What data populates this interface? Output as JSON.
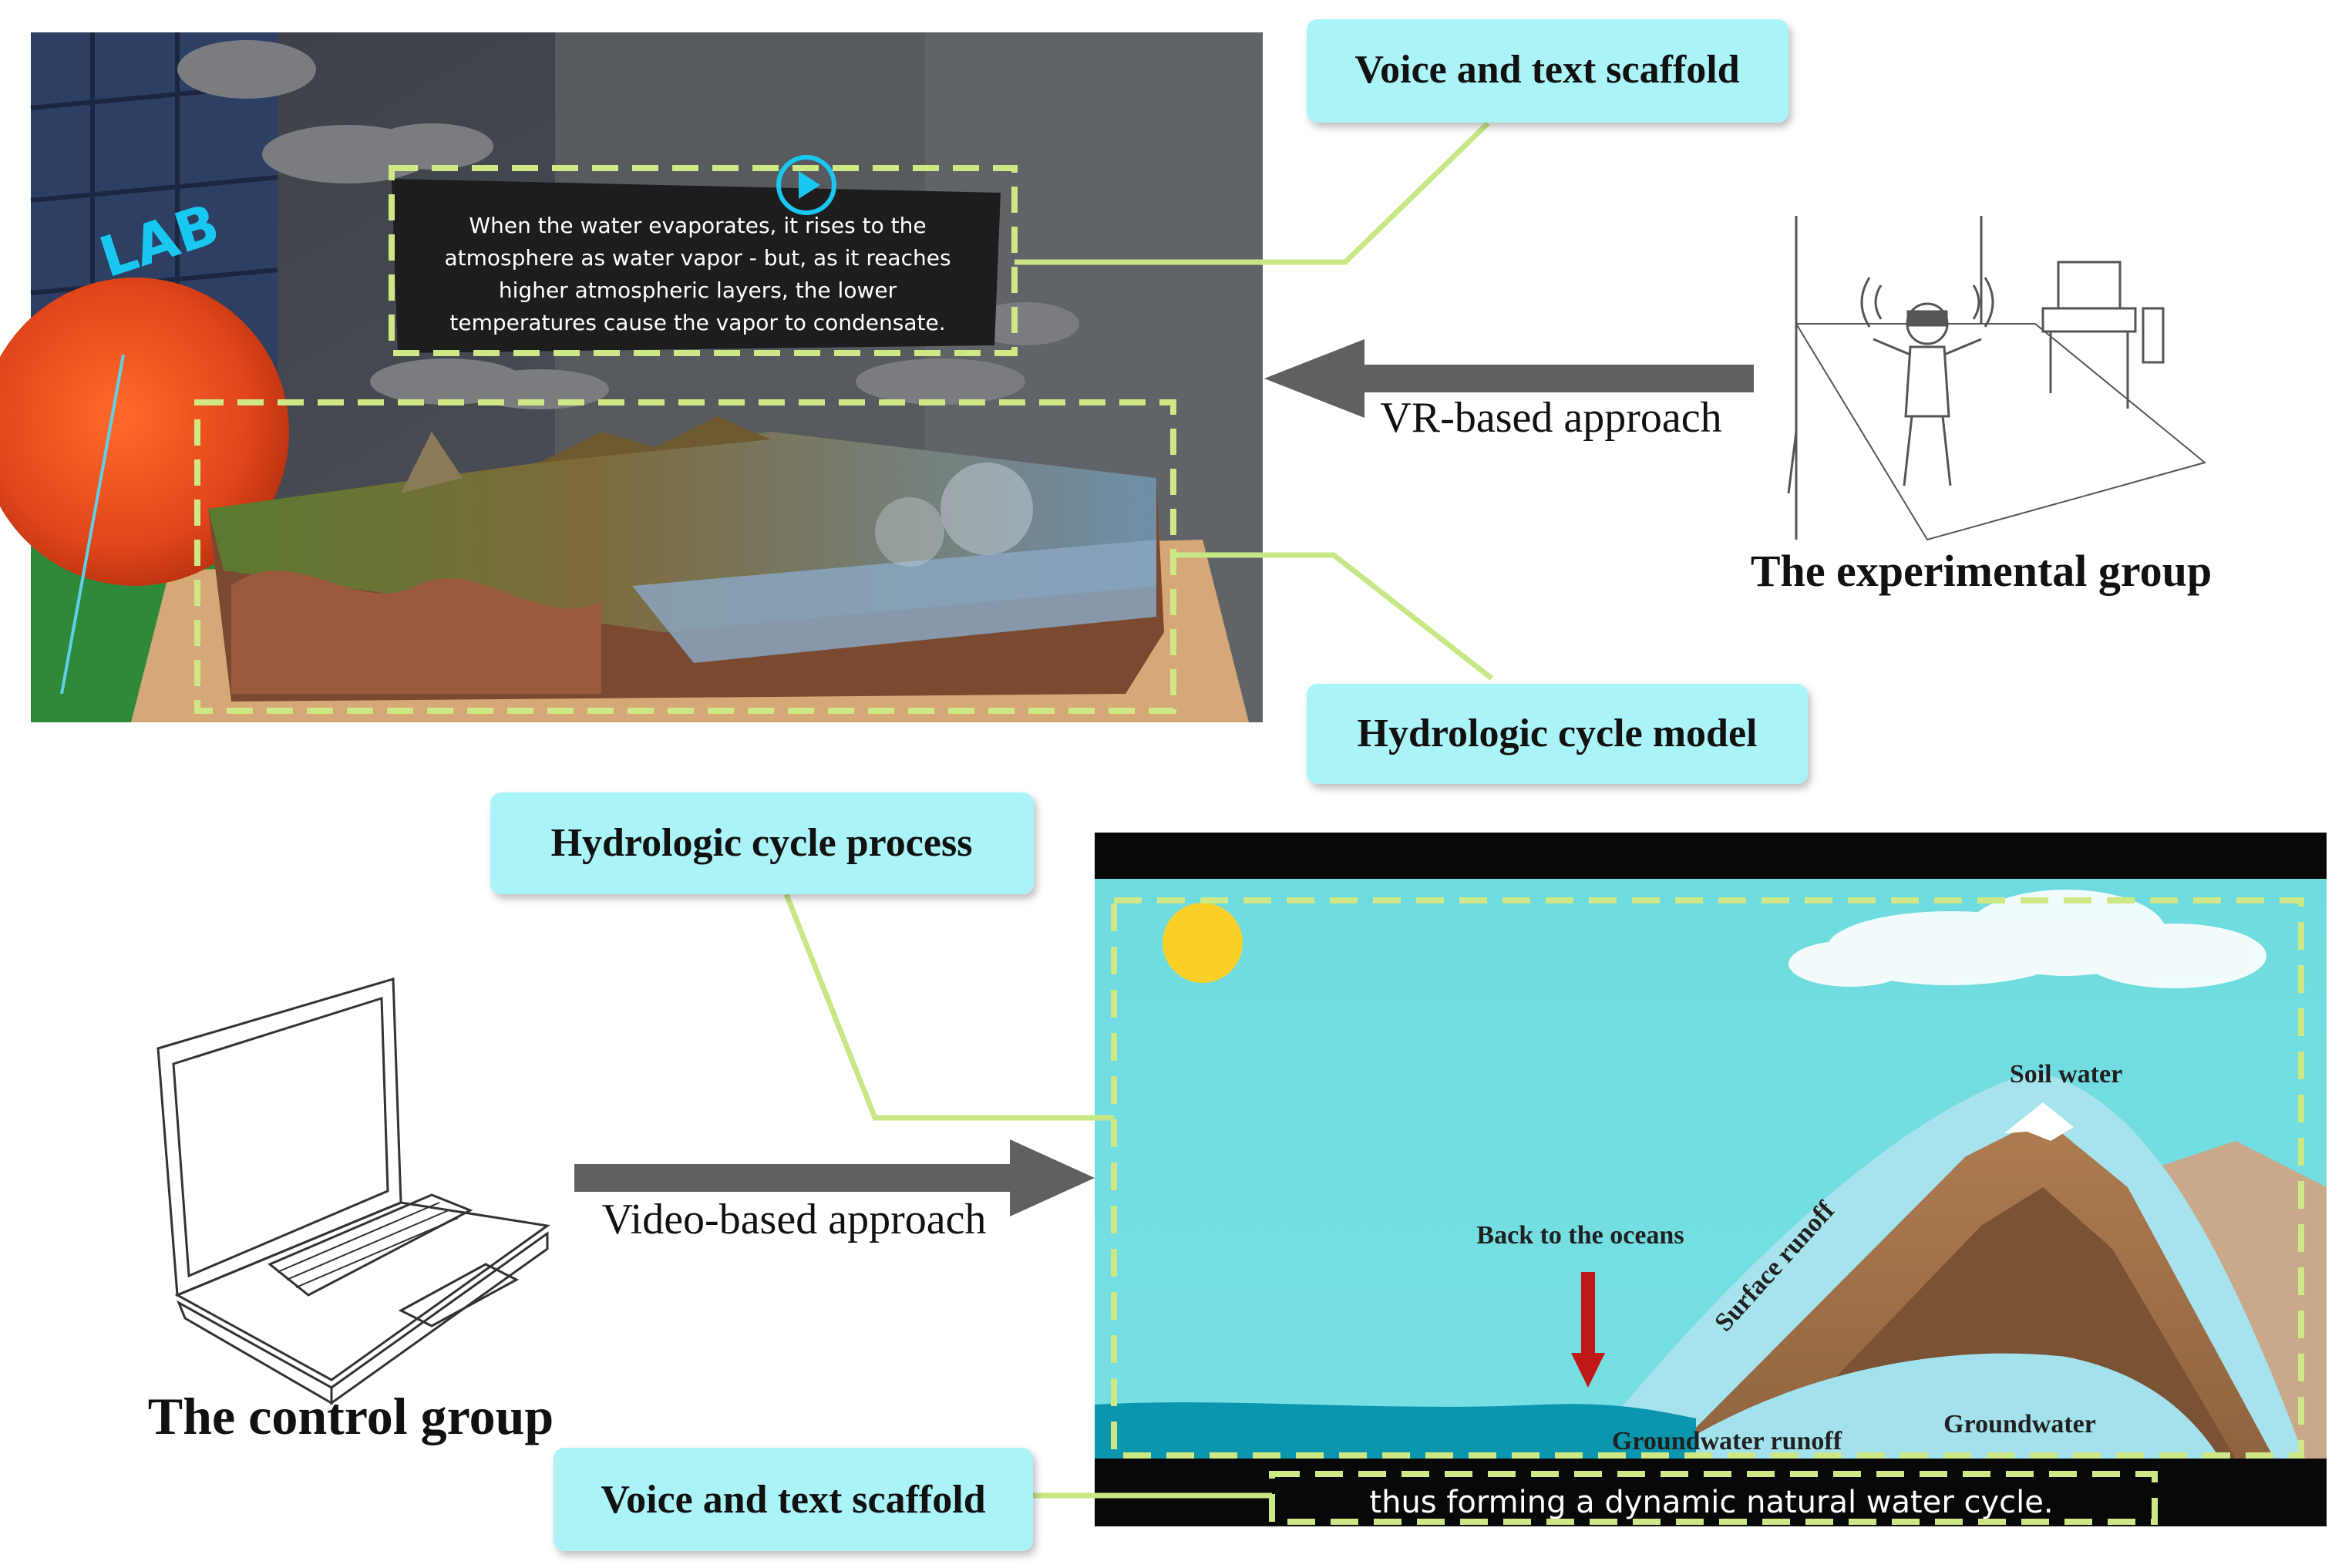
{
  "labels": {
    "vr_voice_text_scaffold": "Voice and text scaffold",
    "hydrologic_cycle_model": "Hydrologic cycle model",
    "vr_approach": "VR-based approach",
    "experimental_group": "The experimental group",
    "hydrologic_cycle_process": "Hydrologic cycle process",
    "video_approach": "Video-based approach",
    "control_group": "The control group",
    "video_voice_text_scaffold": "Voice and text scaffold"
  },
  "vr_scene": {
    "subtitle_lines": [
      "When the water evaporates, it rises to the",
      "atmosphere as water vapor  - but, as it reaches",
      "higher atmospheric layers, the lower",
      "temperatures cause the vapor to condensate."
    ],
    "wall_sign": "LAB"
  },
  "video_scene": {
    "labels": {
      "soil_water": "Soil water",
      "surface_runoff": "Surface runoff",
      "back_to_oceans": "Back to the oceans",
      "groundwater_runoff": "Groundwater runoff",
      "groundwater": "Groundwater"
    },
    "subtitle": "thus forming a dynamic natural water cycle."
  },
  "colors": {
    "callout_fill": "#aaf4f8",
    "dash_green": "#cfe886",
    "arrow_gray": "#606060",
    "sky": "#72dde2",
    "ocean": "#0a96ae",
    "mountain": "#a5734a",
    "sun": "#fad028"
  }
}
